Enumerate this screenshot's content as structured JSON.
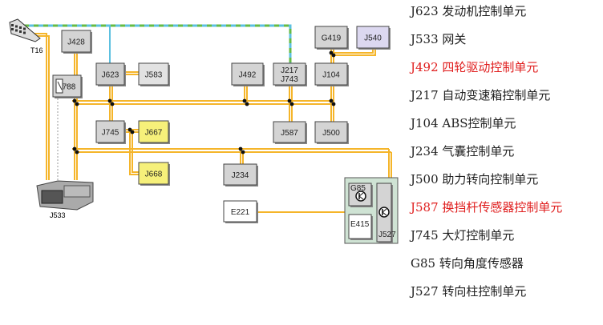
{
  "diagram": {
    "modules": [
      {
        "id": "J428",
        "fill": "#d4d4d4"
      },
      {
        "id": "J788",
        "fill": "#d4d4d4"
      },
      {
        "id": "J623",
        "fill": "#cfcfcf"
      },
      {
        "id": "J583",
        "fill": "#e2e2e2"
      },
      {
        "id": "J745",
        "fill": "#d4d4d4"
      },
      {
        "id": "J667",
        "fill": "#f6f07a"
      },
      {
        "id": "J668",
        "fill": "#f6f07a"
      },
      {
        "id": "J492",
        "fill": "#d4d4d4"
      },
      {
        "id": "J217\nJ743",
        "fill": "#d4d4d4"
      },
      {
        "id": "J104",
        "fill": "#d4d4d4"
      },
      {
        "id": "G419",
        "fill": "#d4d4d4"
      },
      {
        "id": "J540",
        "fill": "#dcd8f0"
      },
      {
        "id": "J587",
        "fill": "#d4d4d4"
      },
      {
        "id": "J500",
        "fill": "#d4d4d4"
      },
      {
        "id": "J234",
        "fill": "#d4d4d4"
      },
      {
        "id": "E221",
        "fill": "#ffffff"
      },
      {
        "id": "G85",
        "fill": "#d4d4d4"
      },
      {
        "id": "E415",
        "fill": "#ffffff"
      },
      {
        "id": "J527",
        "fill": "#d4d4d4"
      }
    ],
    "connectors": {
      "t16": "T16",
      "j533": "J533"
    },
    "colors": {
      "can_bus": "#f5b52a",
      "diag_bus_a": "#5cc0e0",
      "diag_bus_b": "#66bb44"
    }
  },
  "legend": [
    {
      "text": "J623 发动机控制单元",
      "color": "#222222"
    },
    {
      "text": "J533 网关",
      "color": "#222222"
    },
    {
      "text": "J492 四轮驱动控制单元",
      "color": "#e02020"
    },
    {
      "text": "J217 自动变速箱控制单元",
      "color": "#222222"
    },
    {
      "text": "J104 ABS控制单元",
      "color": "#222222"
    },
    {
      "text": "J234 气囊控制单元",
      "color": "#222222"
    },
    {
      "text": "J500 助力转向控制单元",
      "color": "#222222"
    },
    {
      "text": "J587 换挡杆传感器控制单元",
      "color": "#e02020"
    },
    {
      "text": "J745 大灯控制单元",
      "color": "#222222"
    },
    {
      "text": "G85 转向角度传感器",
      "color": "#222222"
    },
    {
      "text": "J527 转向柱控制单元",
      "color": "#222222"
    }
  ]
}
